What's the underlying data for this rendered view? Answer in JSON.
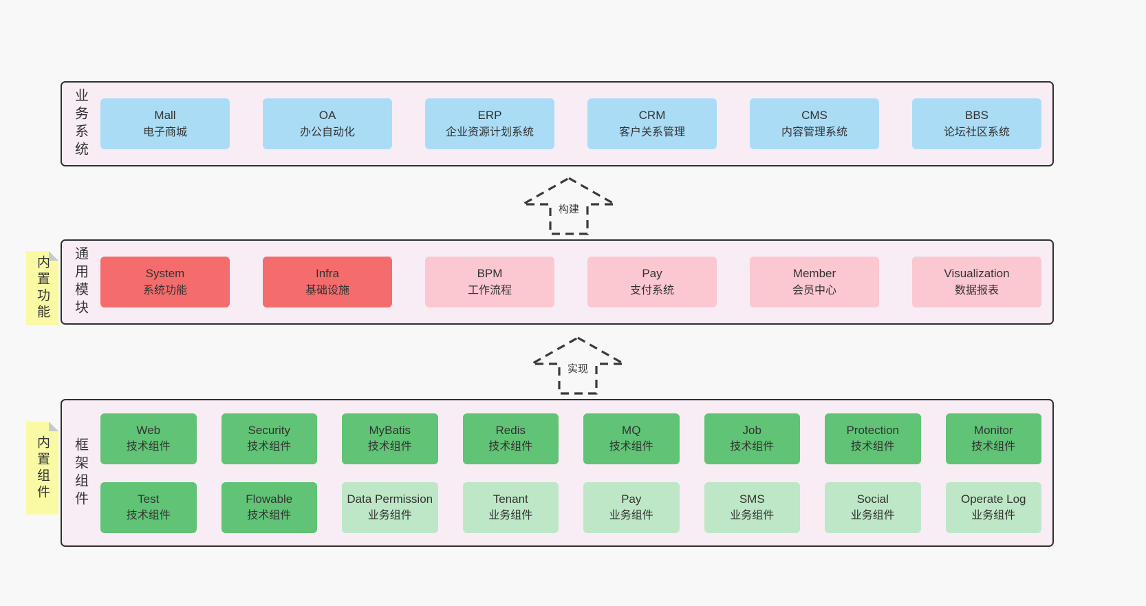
{
  "colors": {
    "page_bg": "#f8f8f8",
    "panel_bg": "#f8edf5",
    "panel_border": "#2f2f2f",
    "blue": "#abdcf6",
    "red": "#f56c6c",
    "pink": "#fbc7d0",
    "green": "#60c375",
    "lightgreen": "#bde7c6",
    "sticky_yellow": "#fafaa5",
    "text": "#333333"
  },
  "arrows": [
    {
      "label": "构建"
    },
    {
      "label": "实现"
    }
  ],
  "panels": [
    {
      "label": "业务系统",
      "sticky": null,
      "rows": [
        [
          {
            "title": "Mall",
            "subtitle": "电子商城",
            "color": "blue"
          },
          {
            "title": "OA",
            "subtitle": "办公自动化",
            "color": "blue"
          },
          {
            "title": "ERP",
            "subtitle": "企业资源计划系统",
            "color": "blue"
          },
          {
            "title": "CRM",
            "subtitle": "客户关系管理",
            "color": "blue"
          },
          {
            "title": "CMS",
            "subtitle": "内容管理系统",
            "color": "blue"
          },
          {
            "title": "BBS",
            "subtitle": "论坛社区系统",
            "color": "blue"
          }
        ]
      ]
    },
    {
      "label": "通用模块",
      "sticky": "内置功能",
      "rows": [
        [
          {
            "title": "System",
            "subtitle": "系统功能",
            "color": "red"
          },
          {
            "title": "Infra",
            "subtitle": "基础设施",
            "color": "red"
          },
          {
            "title": "BPM",
            "subtitle": "工作流程",
            "color": "pink"
          },
          {
            "title": "Pay",
            "subtitle": "支付系统",
            "color": "pink"
          },
          {
            "title": "Member",
            "subtitle": "会员中心",
            "color": "pink"
          },
          {
            "title": "Visualization",
            "subtitle": "数据报表",
            "color": "pink"
          }
        ]
      ]
    },
    {
      "label": "框架组件",
      "sticky": "内置组件",
      "rows": [
        [
          {
            "title": "Web",
            "subtitle": "技术组件",
            "color": "green"
          },
          {
            "title": "Security",
            "subtitle": "技术组件",
            "color": "green"
          },
          {
            "title": "MyBatis",
            "subtitle": "技术组件",
            "color": "green"
          },
          {
            "title": "Redis",
            "subtitle": "技术组件",
            "color": "green"
          },
          {
            "title": "MQ",
            "subtitle": "技术组件",
            "color": "green"
          },
          {
            "title": "Job",
            "subtitle": "技术组件",
            "color": "green"
          },
          {
            "title": "Protection",
            "subtitle": "技术组件",
            "color": "green"
          },
          {
            "title": "Monitor",
            "subtitle": "技术组件",
            "color": "green"
          }
        ],
        [
          {
            "title": "Test",
            "subtitle": "技术组件",
            "color": "green"
          },
          {
            "title": "Flowable",
            "subtitle": "技术组件",
            "color": "green"
          },
          {
            "title": "Data Permission",
            "subtitle": "业务组件",
            "color": "lightgreen"
          },
          {
            "title": "Tenant",
            "subtitle": "业务组件",
            "color": "lightgreen"
          },
          {
            "title": "Pay",
            "subtitle": "业务组件",
            "color": "lightgreen"
          },
          {
            "title": "SMS",
            "subtitle": "业务组件",
            "color": "lightgreen"
          },
          {
            "title": "Social",
            "subtitle": "业务组件",
            "color": "lightgreen"
          },
          {
            "title": "Operate Log",
            "subtitle": "业务组件",
            "color": "lightgreen"
          }
        ]
      ]
    }
  ]
}
